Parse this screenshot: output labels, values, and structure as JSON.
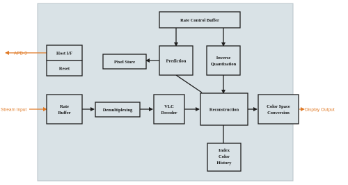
{
  "colors": {
    "panel": "#d9e2e6",
    "block_border": "#1f1f1f",
    "external_signal": "#e07b28"
  },
  "blocks": {
    "host_if": "Host I/F",
    "reset": "Reset",
    "rate_buffer": [
      "Rate",
      "Buffer"
    ],
    "demultiplexing": "Demultiplexing",
    "vlc_decoder": [
      "VLC",
      "Decoder"
    ],
    "pixel_store": "Pixel Store",
    "prediction": "Prediction",
    "rate_control_buffer": "Rate Control Buffer",
    "inverse_quantization": [
      "Inverse",
      "Quantization"
    ],
    "reconstruction": "Reconstruction",
    "color_space_conversion": [
      "Color Space",
      "Conversion"
    ],
    "index_color_history": [
      "Index",
      "Color",
      "History"
    ]
  },
  "external": {
    "apb": "APB-3",
    "stream_input": "Stream Input",
    "display_output": "Display Output"
  }
}
